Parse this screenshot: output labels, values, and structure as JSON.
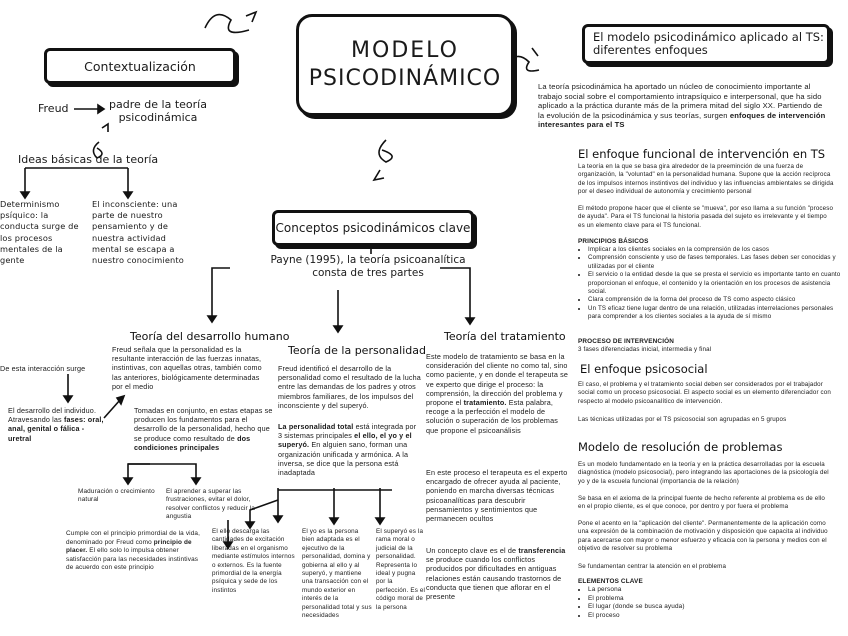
{
  "title": {
    "line1": "MODELO",
    "line2": "PSICODINÁMICO"
  },
  "context": {
    "box": "Contextualización",
    "freud": "Freud",
    "father": "padre de la teoría psicodinámica",
    "ideas": "Ideas básicas de la teoría",
    "determinism": "Determinismo psíquico: la conducta surge de los procesos mentales de la gente",
    "unconscious": "El inconsciente: una parte de nuestro pensamiento y de nuestra actividad mental se escapa a nuestro conocimiento"
  },
  "concepts": {
    "box": "Conceptos psicodinámicos clave",
    "payne": "Payne (1995), la teoría psicoanalítica consta de tres partes"
  },
  "dev": {
    "title": "Teoría del desarrollo humano",
    "intro": "Freud señala que la personalidad es la resultante interacción de las fuerzas innatas, instintivas, con aquellas otras, también como las anteriores, biológicamente determinadas por el medio",
    "surge": "De esta interacción surge",
    "stages_a": "El desarrollo del individuo. Atravesando las",
    "stages_b": "fases: oral, anal, genital o fálica - uretral",
    "together": "Tomadas en conjunto, en estas etapas se producen los fundamentos para el desarrollo de la personalidad, hecho que se produce como resultado de",
    "together_b": "dos condiciones principales",
    "maturation": "Maduración o crecimiento natural",
    "learning": "El aprender a superar las frustraciones, evitar el dolor, resolver conflictos y reducir la angustia"
  },
  "pers": {
    "title": "Teoría de la personalidad",
    "intro": "Freud identificó el desarrollo de la personalidad como el resultado de la lucha entre las demandas de los padres y otros miembros familiares, de los impulsos del inconsciente y del superyó.",
    "total_a": "La personalidad total",
    "total_b": "está integrada por 3 sistemas principales",
    "total_c": "el ello, el yo y el superyó.",
    "total_d": "En alguien sano, forman una organización unificada y armónica. A la inversa, se dice que la persona está inadaptada",
    "pleasure": "Cumple con el principio primordial de la vida, denominado por Freud como",
    "pleasure_b": "principio de placer.",
    "pleasure_c": "El ello solo lo impulsa obtener satisfacción para las necesidades instintivas de acuerdo con este principio",
    "ello": "El ello descarga las cantidades de excitación liberadas en el organismo mediante estímulos internos o externos. Es la fuente primordial de la energía psíquica y sede de los instintos",
    "yo": "El yo es la persona bien adaptada es el ejecutivo de la personalidad, domina y gobierna al ello y al superyó, y mantiene una transacción con el mundo exterior en interés de la personalidad total y sus necesidades",
    "superyo": "El superyó es la rama moral o judicial de la personalidad. Representa lo ideal y pugna por la perfección. Es el código moral de la persona"
  },
  "treat": {
    "title": "Teoría del tratamiento",
    "p1": "Este modelo de tratamiento se basa en la consideración del cliente no como tal, sino como paciente, y en donde el terapeuta se ve experto que dirige el proceso: la comprensión, la dirección del problema y propone el",
    "p1b": "tratamiento.",
    "p1c": "Esta palabra, recoge a la perfección el modelo de solución o superación de los problemas que propone el psicoanálisis",
    "p2": "En este proceso el terapeuta es el experto encargado de ofrecer ayuda al paciente, poniendo en marcha diversas técnicas psicoanalíticas para descubrir pensamientos y sentimientos que permanecen ocultos",
    "p3": "Un concepto clave es el de",
    "p3b": "transferencia",
    "p3c": "se produce cuando los conflictos producidos por dificultades en antiguas relaciones están causando trastornos de conducta que tienen que aflorar en el presente"
  },
  "right": {
    "box": "El modelo psicodinámico aplicado al TS: diferentes enfoques",
    "intro": "La teoría psicodinámica ha aportado un núcleo de conocimiento importante al trabajo social sobre el comportamiento intrapsíquico e interpersonal, que ha sido aplicado a la práctica durante más de la primera mitad del siglo XX.",
    "intro_b": "Partiendo de la evolución de la psicodinámica y sus teorías, surgen",
    "intro_c": "enfoques de intervención interesantes para el TS",
    "func_title": "El enfoque funcional de intervención en TS",
    "func_p1": "La teoría en la que se basa gira alrededor de la preeminción de una fuerza de organización, la \"voluntad\" en la personalidad humana. Supone que la acción recíproca de los impulsos internos instintivos del individuo y las influencias ambientales se dirigida por el deseo individual de autonomía y crecimiento personal",
    "func_p2": "El método propone hacer que el cliente se \"mueva\", por eso llama a su función \"proceso de ayuda\". Para el TS funcional la historia pasada del sujeto es irrelevante y el tiempo es un elemento clave para el TS funcional.",
    "basic_title": "PRINCIPIOS BÁSICOS",
    "basic": [
      "Implicar a los clientes sociales en la comprensión de los casos",
      "Comprensión consciente y uso de fases temporales. Las fases deben ser conocidas y utilizadas por el cliente",
      "El servicio o la entidad desde la que se presta el servicio es importante tanto en cuanto proporcionan el enfoque, el contenido y la orientación en los procesos de asistencia social.",
      "Clara comprensión de la forma del proceso de TS como aspecto clásico",
      "Un TS eficaz tiene lugar dentro de una relación, utilizadas interrelaciones personales para comprender a los clientes sociales a la ayuda de sí mismo"
    ],
    "process_title": "PROCESO DE INTERVENCIÓN",
    "process": "3 fases diferenciadas inicial, intermedia y final",
    "psych_title": "El enfoque psicosocial",
    "psych_p": "El caso, el problema y el tratamiento social deben ser considerados por el trabajador social como un proceso psicosocial. El aspecto social es un elemento diferenciador con respecto al modelo psicoanalítico de intervención.",
    "psych_p2": "Las técnicas utilizadas por el TS psicosocial son agrupadas en 5 grupos",
    "res_title": "Modelo de resolución de problemas",
    "res_p": "Es un modelo fundamentado en la teoría y en la práctica desarrolladas por la escuela diagnóstica (modelo psicosocial), pero integrando las aportaciones de la psicología del yo y de la escuela funcional (importancia de la relación)",
    "res_p2": "Se basa en el axioma de la principal fuente de hecho referente al problema es de ello en el propio cliente, es el que conoce, por dentro y por fuera el problema",
    "res_p3": "Pone el acento en la \"aplicación del cliente\". Permanentemente de la aplicación como una expresión de la combinación de motivación y disposición que capacita al individuo para acercarse con mayor o menor esfuerzo y eficacia con la persona y medios con el objetivo de resolver su problema",
    "res_p4": "Se fundamentan centrar la atención en el problema",
    "elem_title": "ELEMENTOS CLAVE",
    "elements": [
      "La persona",
      "El problema",
      "El lugar (donde se busca ayuda)",
      "El proceso"
    ]
  }
}
